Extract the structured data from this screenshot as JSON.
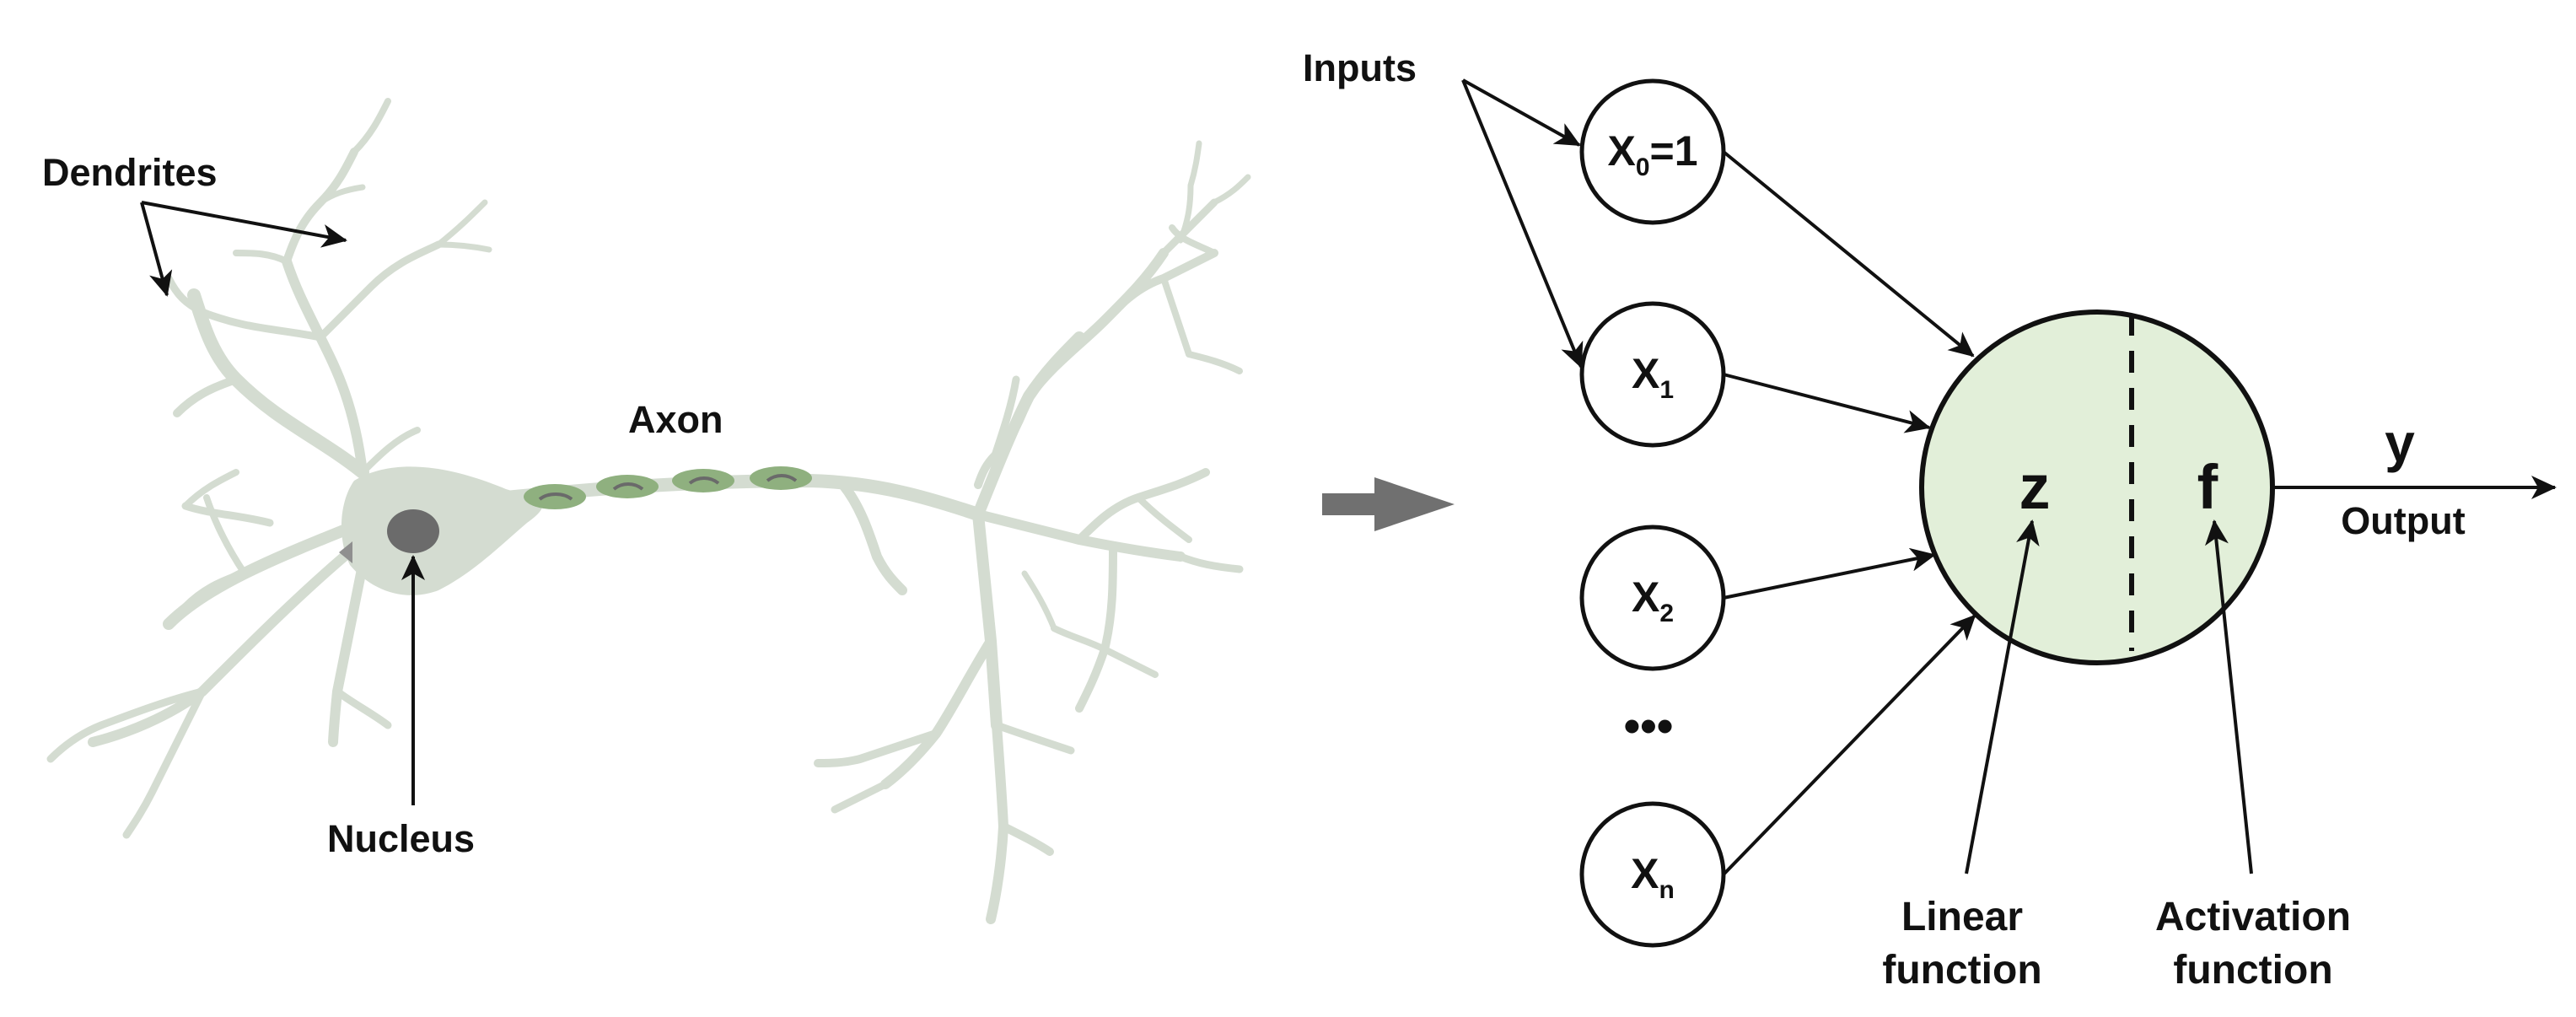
{
  "neuron": {
    "dendrites_label": "Dendrites",
    "axon_label": "Axon",
    "nucleus_label": "Nucleus"
  },
  "perceptron": {
    "inputs_label": "Inputs",
    "inputs": [
      {
        "main": "X",
        "sub": "0",
        "suffix": "=1"
      },
      {
        "main": "X",
        "sub": "1",
        "suffix": ""
      },
      {
        "main": "X",
        "sub": "2",
        "suffix": ""
      },
      {
        "main": "X",
        "sub": "n",
        "suffix": ""
      }
    ],
    "ellipsis": "•••",
    "linear_symbol": "z",
    "activation_symbol": "f",
    "output_symbol": "y",
    "output_label": "Output",
    "linear_label_line1": "Linear",
    "linear_label_line2": "function",
    "activation_label_line1": "Activation",
    "activation_label_line2": "function"
  },
  "colors": {
    "dendrite": "#d4dcd1",
    "cell_body": "#d4dcd1",
    "nucleus": "#6b6b6b",
    "myelin": "#8fb07f",
    "neuron_circle_fill": "#e2efd9",
    "transition_arrow": "#707070",
    "line": "#111111"
  }
}
